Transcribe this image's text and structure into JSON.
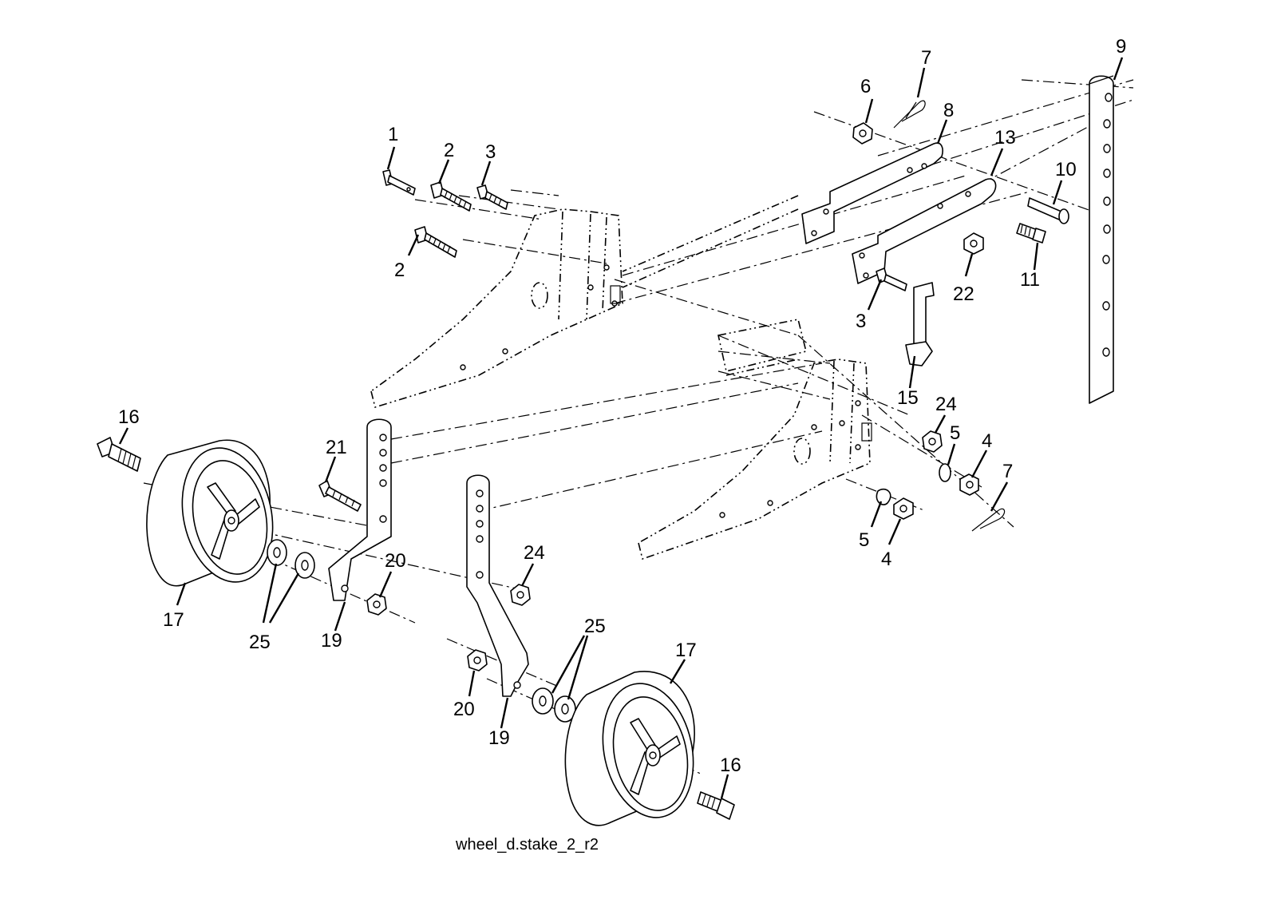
{
  "diagram": {
    "caption": "wheel_d.stake_2_r2",
    "callouts": [
      "1",
      "2",
      "3",
      "2",
      "6",
      "7",
      "8",
      "13",
      "9",
      "10",
      "11",
      "22",
      "3",
      "15",
      "24",
      "5",
      "4",
      "7",
      "5",
      "4",
      "16",
      "21",
      "17",
      "25",
      "19",
      "20",
      "24",
      "25",
      "17",
      "20",
      "19",
      "16"
    ]
  }
}
